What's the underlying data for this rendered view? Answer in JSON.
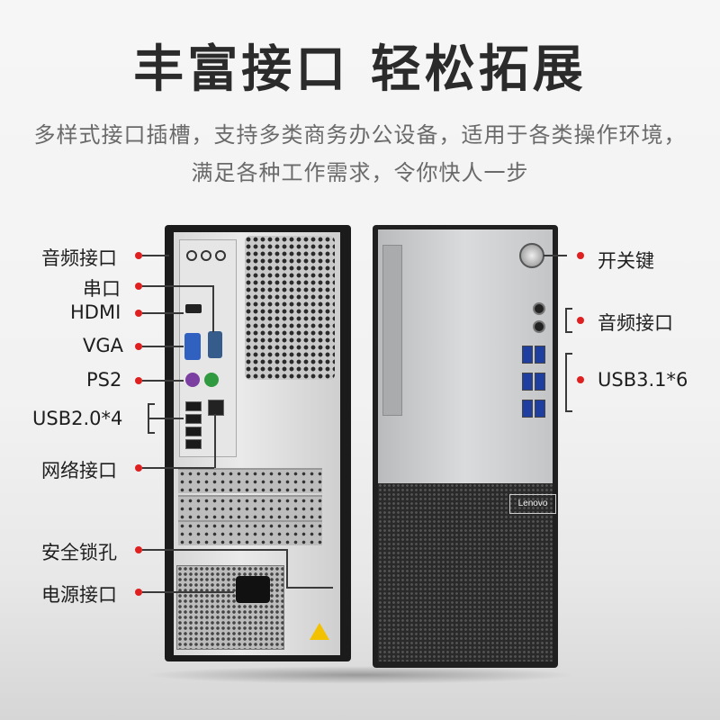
{
  "title": "丰富接口 轻松拓展",
  "subtitle": {
    "line1": "多样式接口插槽，支持多类商务办公设备，适用于各类操作环境，",
    "line2": "满足各种工作需求，令你快人一步"
  },
  "rear_labels": {
    "audio": "音频接口",
    "serial": "串口",
    "hdmi": "HDMI",
    "vga": "VGA",
    "ps2": "PS2",
    "usb2": "USB2.0*4",
    "lan": "网络接口",
    "lock": "安全锁孔",
    "power": "电源接口"
  },
  "front_labels": {
    "power_button": "开关键",
    "audio": "音频接口",
    "usb3": "USB3.1*6"
  },
  "brand": "Lenovo",
  "colors": {
    "accent_dot": "#e02020",
    "title": "#2b2b2b"
  }
}
